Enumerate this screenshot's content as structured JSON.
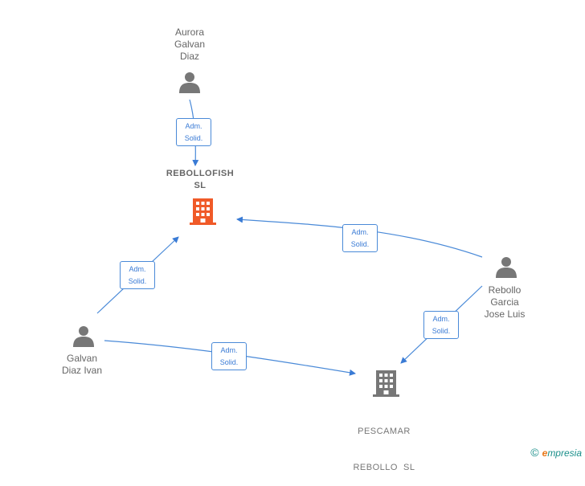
{
  "nodes": {
    "aurora": {
      "lines": [
        "Aurora",
        "Galvan",
        "Diaz"
      ]
    },
    "rebollofish": {
      "lines": [
        "REBOLLOFISH",
        "SL"
      ]
    },
    "galvan": {
      "lines": [
        "Galvan",
        "Diaz Ivan"
      ]
    },
    "rebollo": {
      "lines": [
        "Rebollo",
        "Garcia",
        "Jose Luis"
      ]
    },
    "pescamar": {
      "lines": [
        "PESCAMAR",
        "REBOLLO  SL"
      ]
    }
  },
  "edges": {
    "aurora_rebollofish": {
      "line1": "Adm.",
      "line2": "Solid."
    },
    "galvan_rebollofish": {
      "line1": "Adm.",
      "line2": "Solid."
    },
    "rebollo_rebollofish": {
      "line1": "Adm.",
      "line2": "Solid."
    },
    "galvan_pescamar": {
      "line1": "Adm.",
      "line2": "Solid."
    },
    "rebollo_pescamar": {
      "line1": "Adm.",
      "line2": "Solid."
    }
  },
  "colors": {
    "edge": "#4a8ad8",
    "person_icon": "#777777",
    "highlight_company": "#f05a28",
    "company": "#777777"
  },
  "footer": {
    "copyright": "©",
    "brand_initial": "e",
    "brand_rest": "mpresia"
  }
}
